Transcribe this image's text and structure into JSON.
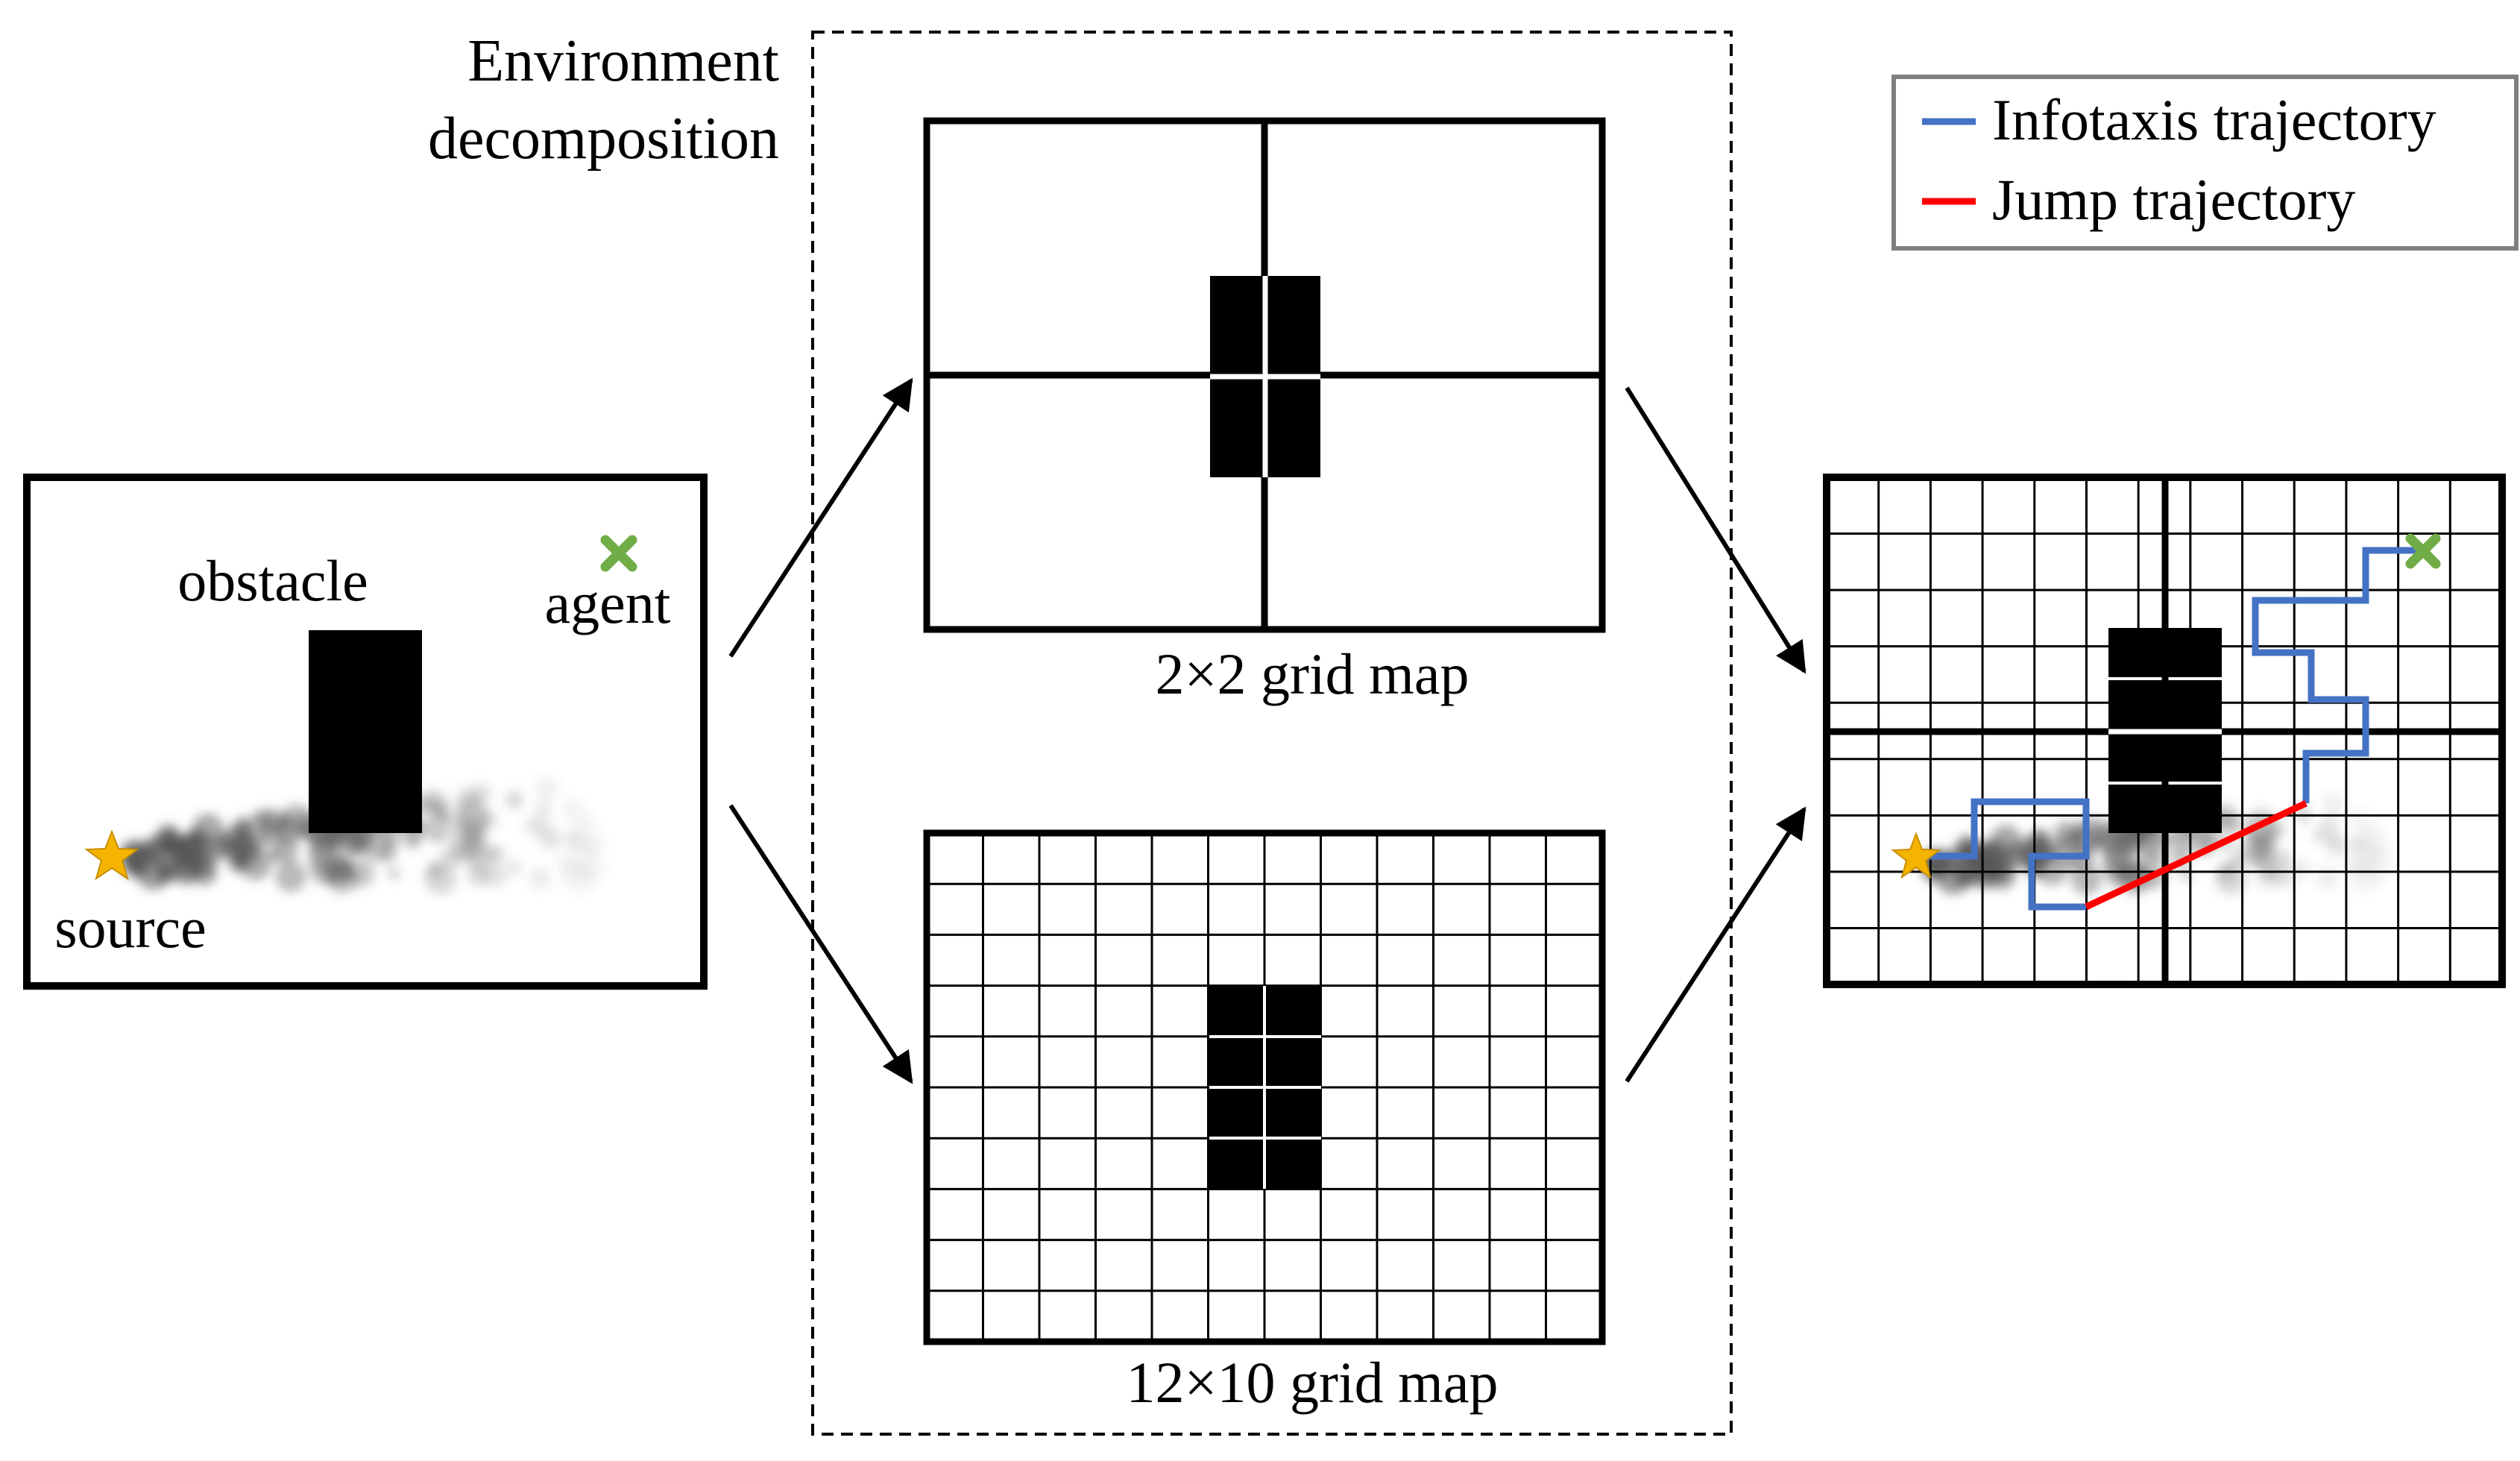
{
  "decomposition_title": [
    "Environment",
    "decomposition"
  ],
  "environment": {
    "obstacle_label": "obstacle",
    "agent_label": "agent",
    "source_label": "source"
  },
  "coarse_map": {
    "caption": "2×2 grid map",
    "cols": 2,
    "rows": 2
  },
  "fine_map": {
    "caption": "12×10 grid map",
    "cols": 12,
    "rows": 10
  },
  "legend": {
    "items": [
      {
        "label": "Infotaxis trajectory",
        "color": "#4472c4"
      },
      {
        "label": "Jump trajectory",
        "color": "#ff0000"
      }
    ]
  },
  "icons": {
    "source": "star-icon",
    "agent": "cross-icon"
  },
  "colors": {
    "star": "#f5b400",
    "agent": "#70ad47",
    "obstacle": "#000000"
  }
}
